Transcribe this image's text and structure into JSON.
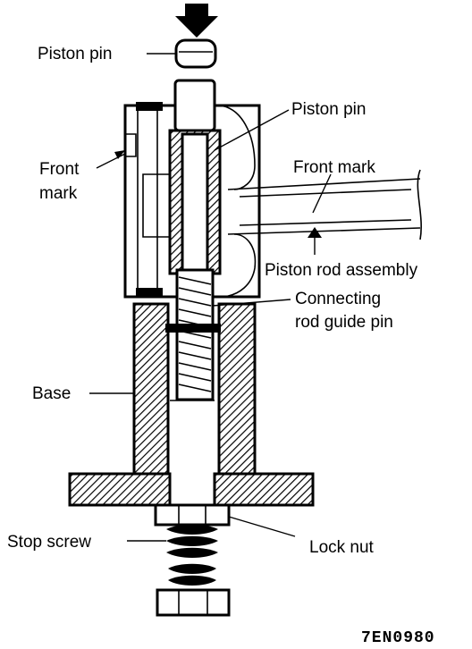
{
  "labels": {
    "piston_pin_top": "Piston pin",
    "piston_pin": "Piston pin",
    "front_mark_left_line1": "Front",
    "front_mark_left_line2": "mark",
    "front_mark_right": "Front mark",
    "piston_rod_assembly": "Piston rod assembly",
    "connecting_line1": "Connecting",
    "connecting_line2": "rod guide pin",
    "base": "Base",
    "stop_screw": "Stop screw",
    "lock_nut": "Lock nut"
  },
  "figure_code": "7EN0980"
}
